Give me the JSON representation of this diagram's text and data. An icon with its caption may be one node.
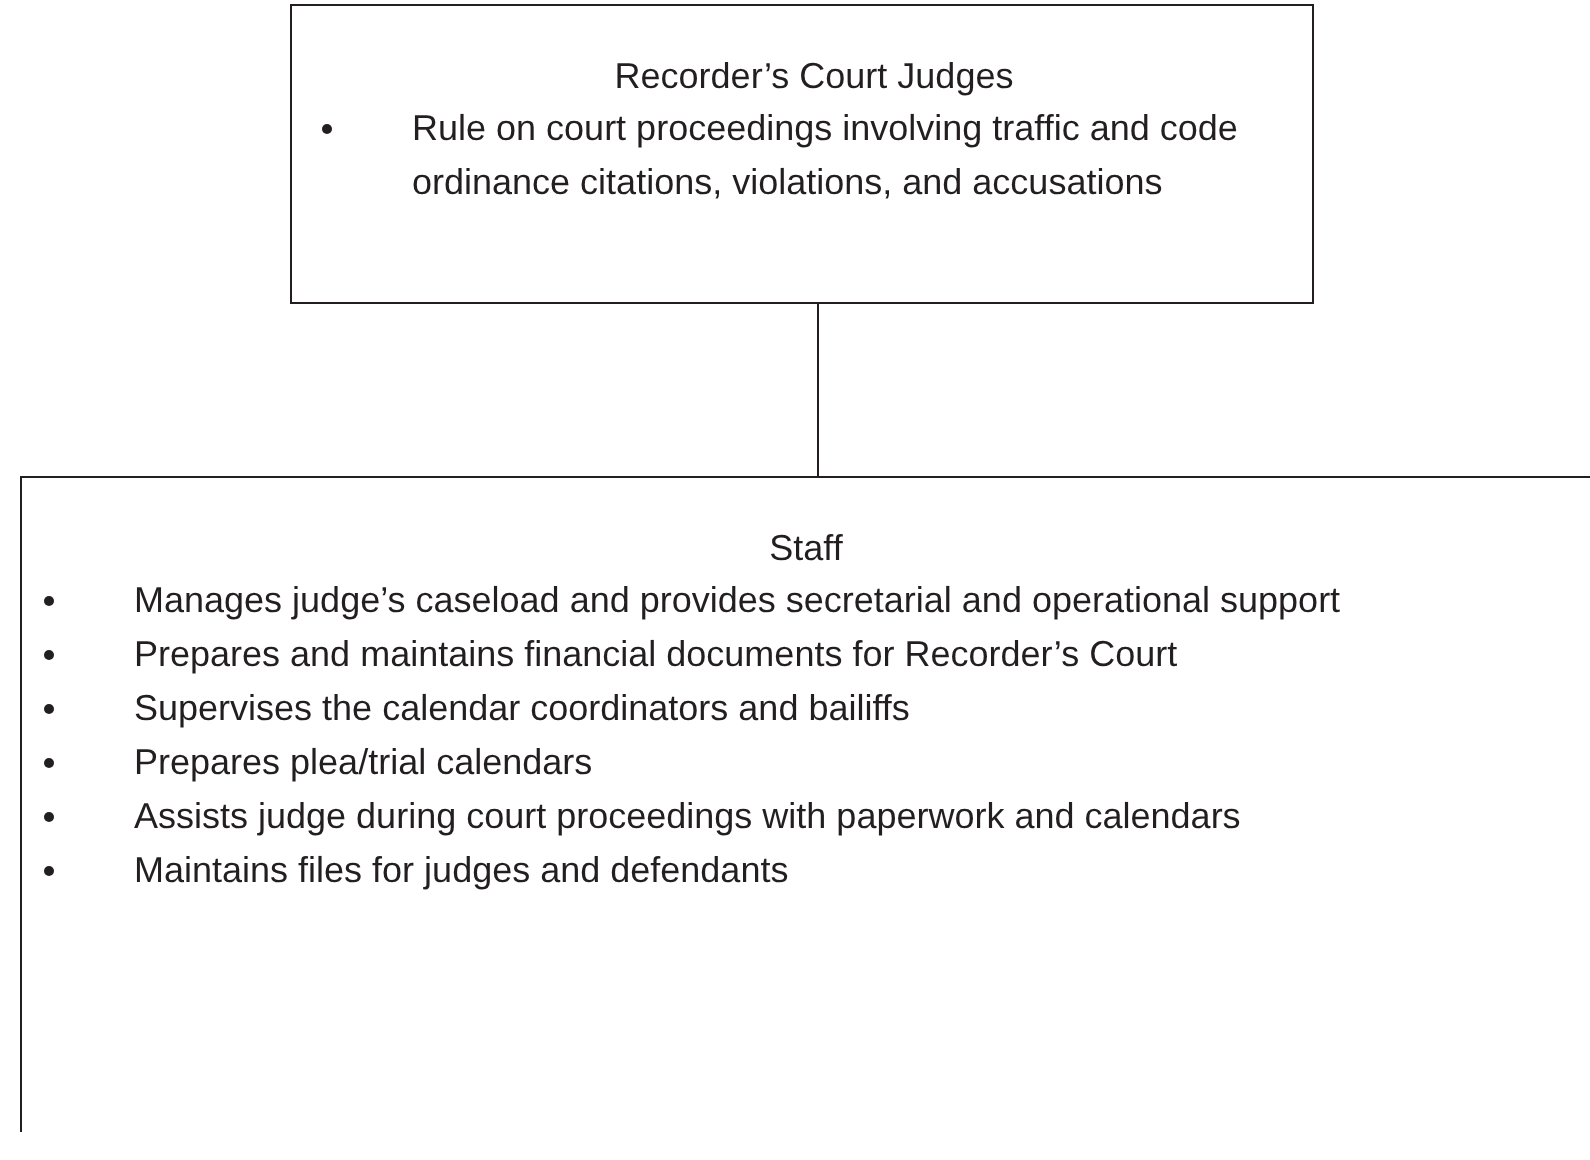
{
  "diagram": {
    "nodes": [
      {
        "text": [
          "Recorder’s Court Judges",
          "Rule on court proceedings involving traffic and code ordinance citations, violations, and accusations"
        ]
      },
      {
        "text": [
          "Staff",
          "Manages judge’s caseload and provides secretarial and operational support",
          "Prepares and maintains financial documents for Recorder’s Court",
          "Supervises the calendar coordinators and bailiffs",
          "Prepares plea/trial calendars",
          "Assists judge during court proceedings with paperwork and calendars",
          "Maintains files for judges and defendants"
        ]
      }
    ],
    "edges": [
      {
        "from": 0,
        "to": 1,
        "arrow": "none"
      }
    ]
  }
}
